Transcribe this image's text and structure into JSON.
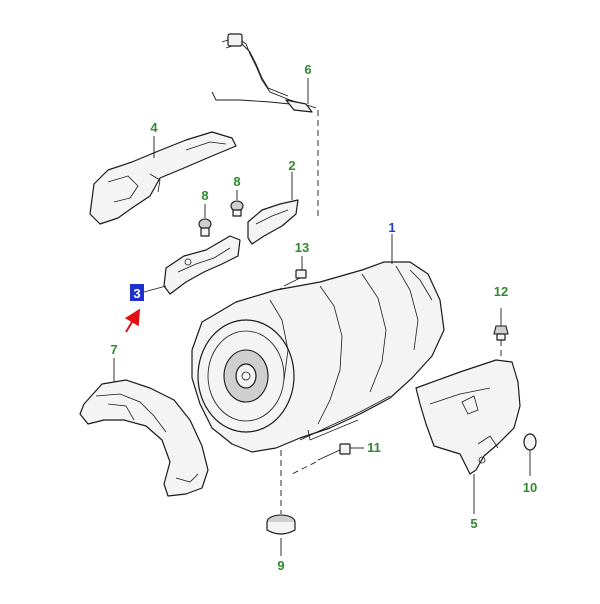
{
  "diagram": {
    "colors": {
      "callout_text": "#2e8b2e",
      "callout_main": "#1f3fbf",
      "highlight_box": "#2030d0",
      "highlight_text": "#ffffff",
      "arrow": "#e01010",
      "line": "#1a1a1a",
      "part_fill": "#f4f4f4"
    },
    "callouts": [
      {
        "id": "c1",
        "label": "1"
      },
      {
        "id": "c2",
        "label": "2"
      },
      {
        "id": "c3",
        "label": "3"
      },
      {
        "id": "c4",
        "label": "4"
      },
      {
        "id": "c5",
        "label": "5"
      },
      {
        "id": "c6",
        "label": "6"
      },
      {
        "id": "c7",
        "label": "7"
      },
      {
        "id": "c8a",
        "label": "8"
      },
      {
        "id": "c8b",
        "label": "8"
      },
      {
        "id": "c9",
        "label": "9"
      },
      {
        "id": "c10",
        "label": "10"
      },
      {
        "id": "c11",
        "label": "11"
      },
      {
        "id": "c12",
        "label": "12"
      },
      {
        "id": "c13",
        "label": "13"
      }
    ],
    "selected_callout": "3"
  }
}
